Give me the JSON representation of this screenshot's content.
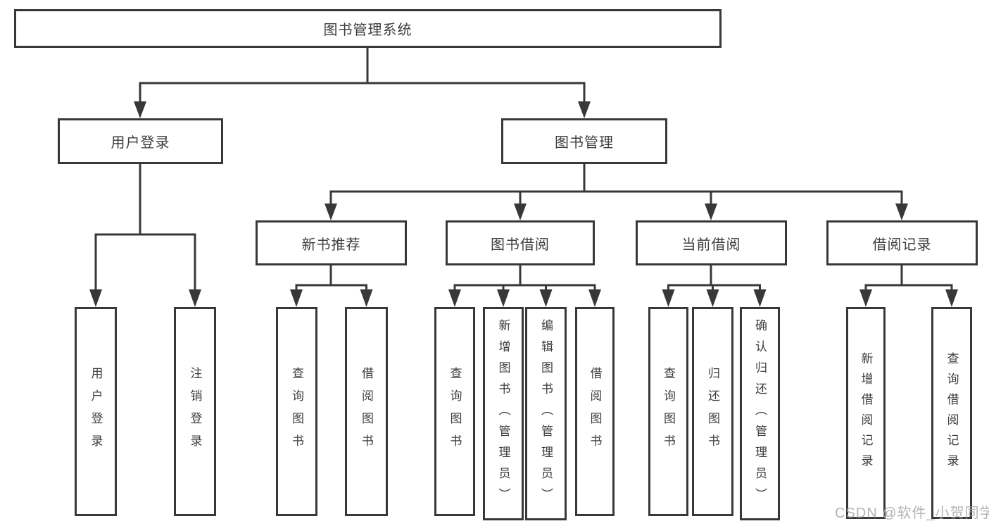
{
  "diagram": {
    "type": "hierarchy-tree",
    "root": {
      "label": "图书管理系统",
      "children": [
        {
          "label": "用户登录",
          "children": [
            {
              "label": "用户登录"
            },
            {
              "label": "注销登录"
            }
          ]
        },
        {
          "label": "图书管理",
          "children": [
            {
              "label": "新书推荐",
              "children": [
                {
                  "label": "查询图书"
                },
                {
                  "label": "借阅图书"
                }
              ]
            },
            {
              "label": "图书借阅",
              "children": [
                {
                  "label": "查询图书"
                },
                {
                  "label": "新增图书（管理员）"
                },
                {
                  "label": "编辑图书（管理员）"
                },
                {
                  "label": "借阅图书"
                }
              ]
            },
            {
              "label": "当前借阅",
              "children": [
                {
                  "label": "查询图书"
                },
                {
                  "label": "归还图书"
                },
                {
                  "label": "确认归还（管理员）"
                }
              ]
            },
            {
              "label": "借阅记录",
              "children": [
                {
                  "label": "新增借阅记录"
                },
                {
                  "label": "查询借阅记录"
                }
              ]
            }
          ]
        }
      ]
    },
    "watermark": "CSDN @软件_小贺同学",
    "colors": {
      "line": "#383838",
      "text": "#3d3d3d",
      "watermark": "#a8a8a8",
      "background": "#ffffff"
    }
  }
}
